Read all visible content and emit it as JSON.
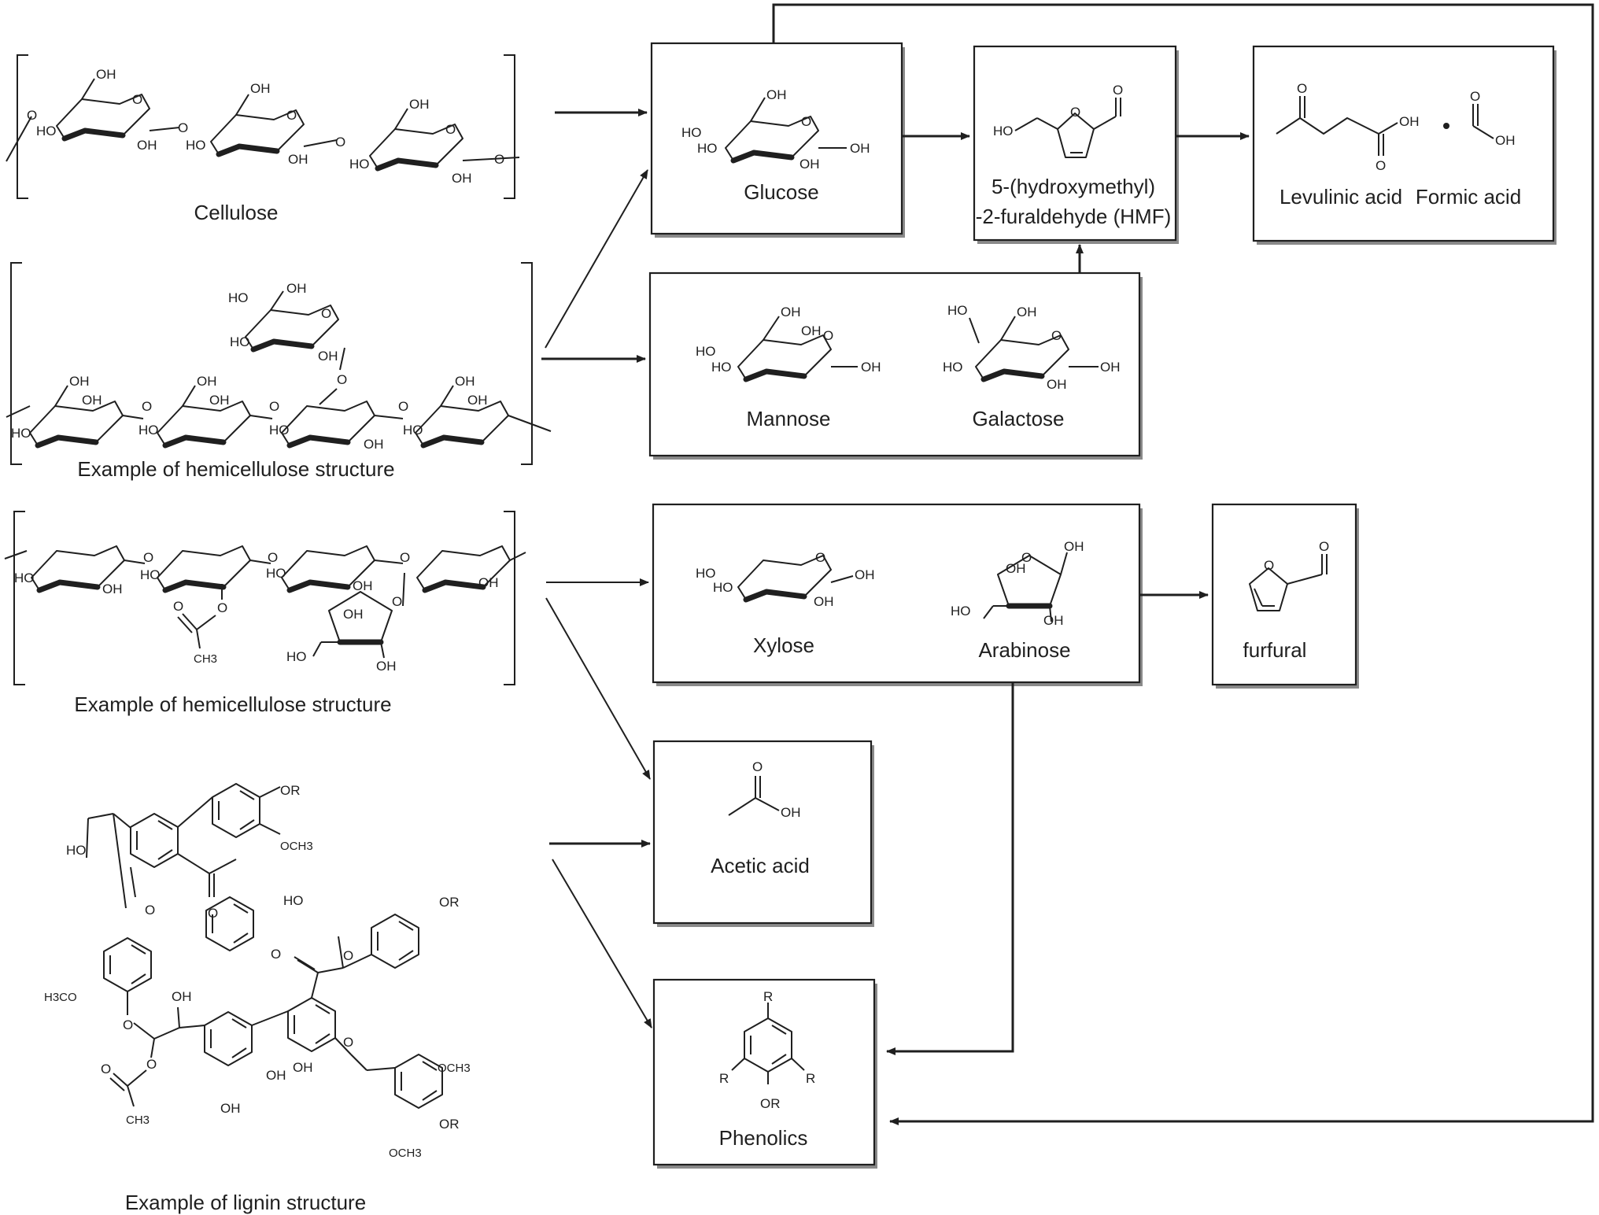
{
  "sources": {
    "cellulose": "Cellulose",
    "hemicellulose_1": "Example of hemicellulose structure",
    "hemicellulose_2": "Example of hemicellulose structure",
    "lignin": "Example of lignin structure"
  },
  "products": {
    "glucose": "Glucose",
    "hmf_line1": "5-(hydroxymethyl)",
    "hmf_line2": "-2-furaldehyde (HMF)",
    "levulinic": "Levulinic acid",
    "formic": "Formic acid",
    "mannose": "Mannose",
    "galactose": "Galactose",
    "xylose": "Xylose",
    "arabinose": "Arabinose",
    "furfural": "furfural",
    "acetic": "Acetic acid",
    "phenolics": "Phenolics"
  },
  "atoms": {
    "oh": "OH",
    "ho": "HO",
    "o": "O",
    "ch3": "CH3",
    "r": "R",
    "or": "OR",
    "och3": "OCH3",
    "h3co": "H3CO"
  }
}
